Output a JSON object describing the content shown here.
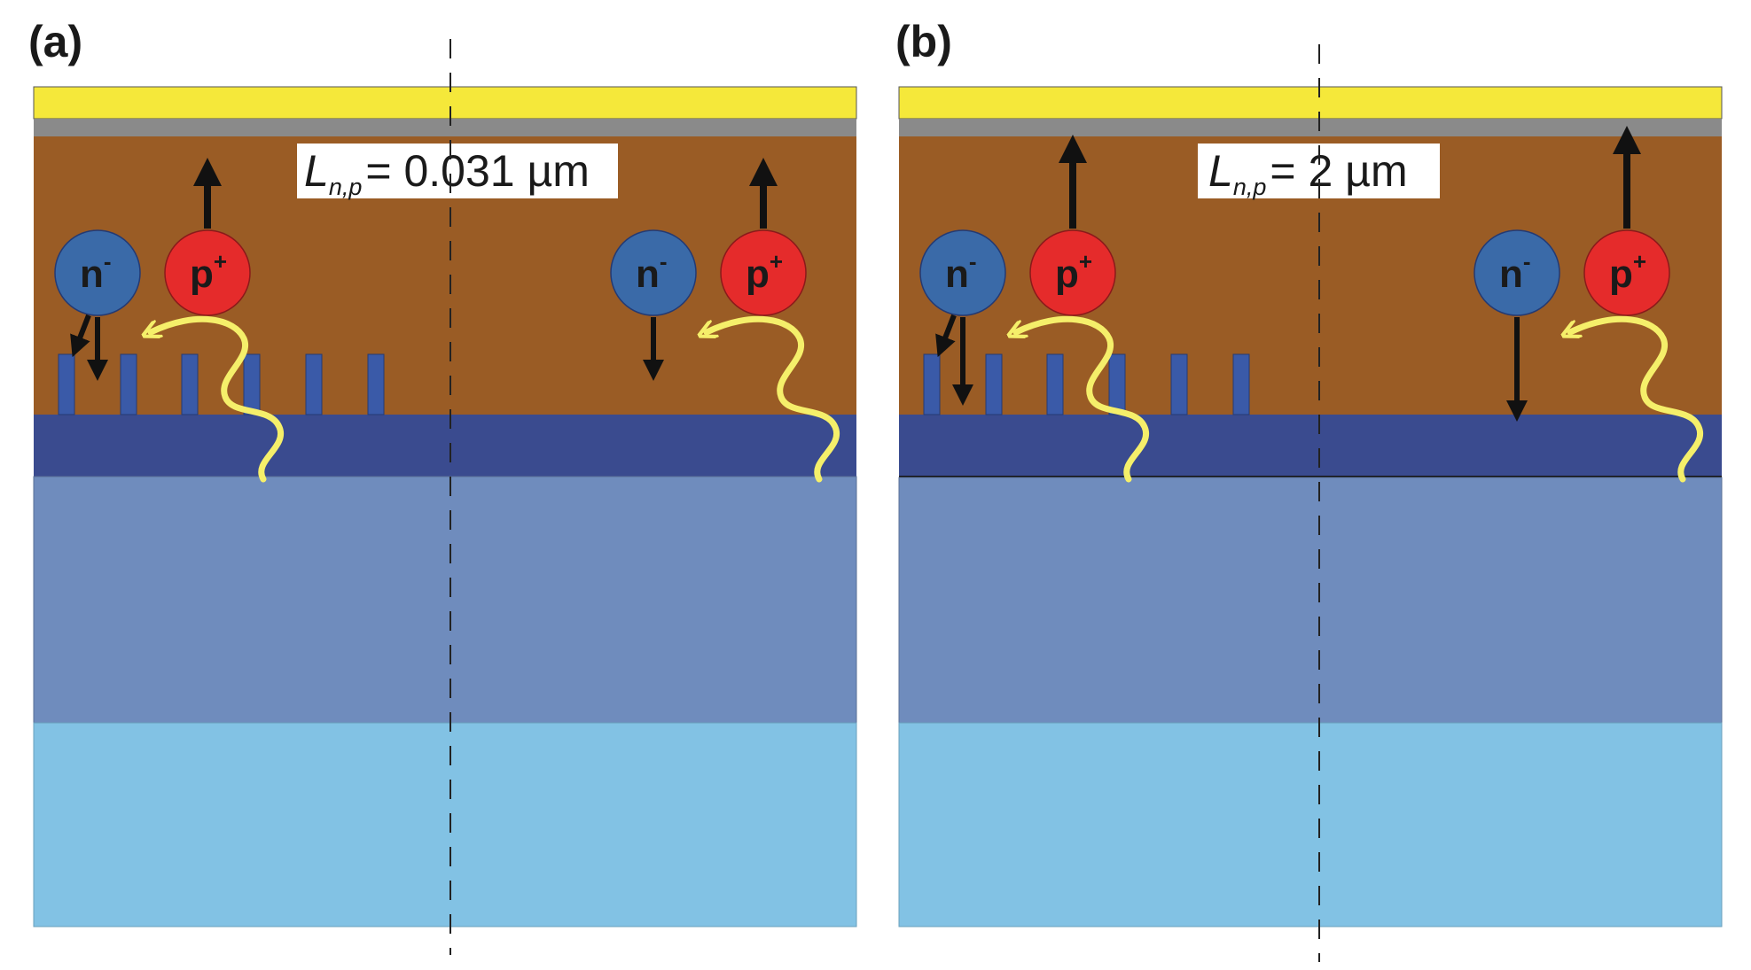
{
  "panels": [
    {
      "label": "(a)",
      "diffusion_symbol": "L",
      "diffusion_subscript": "n,p",
      "diffusion_value": "= 0.031 µm",
      "electron_symbol": "n",
      "electron_charge": "-",
      "hole_symbol": "p",
      "hole_charge": "+"
    },
    {
      "label": "(b)",
      "diffusion_symbol": "L",
      "diffusion_subscript": "n,p",
      "diffusion_value": "= 2 µm",
      "electron_symbol": "n",
      "electron_charge": "-",
      "hole_symbol": "p",
      "hole_charge": "+"
    }
  ],
  "colors": {
    "top_contact": "#f5e83a",
    "buffer_layer": "#8a8a8a",
    "absorber": "#9a5c25",
    "nanopillar": "#3a5aa8",
    "electron_transport": "#3a4b8f",
    "substrate_mid": "#6f8cbd",
    "substrate_bottom": "#82c2e4",
    "electron": "#3a6aa8",
    "hole": "#e52b2b",
    "photon": "#f5ef6a",
    "arrow": "#111111"
  }
}
